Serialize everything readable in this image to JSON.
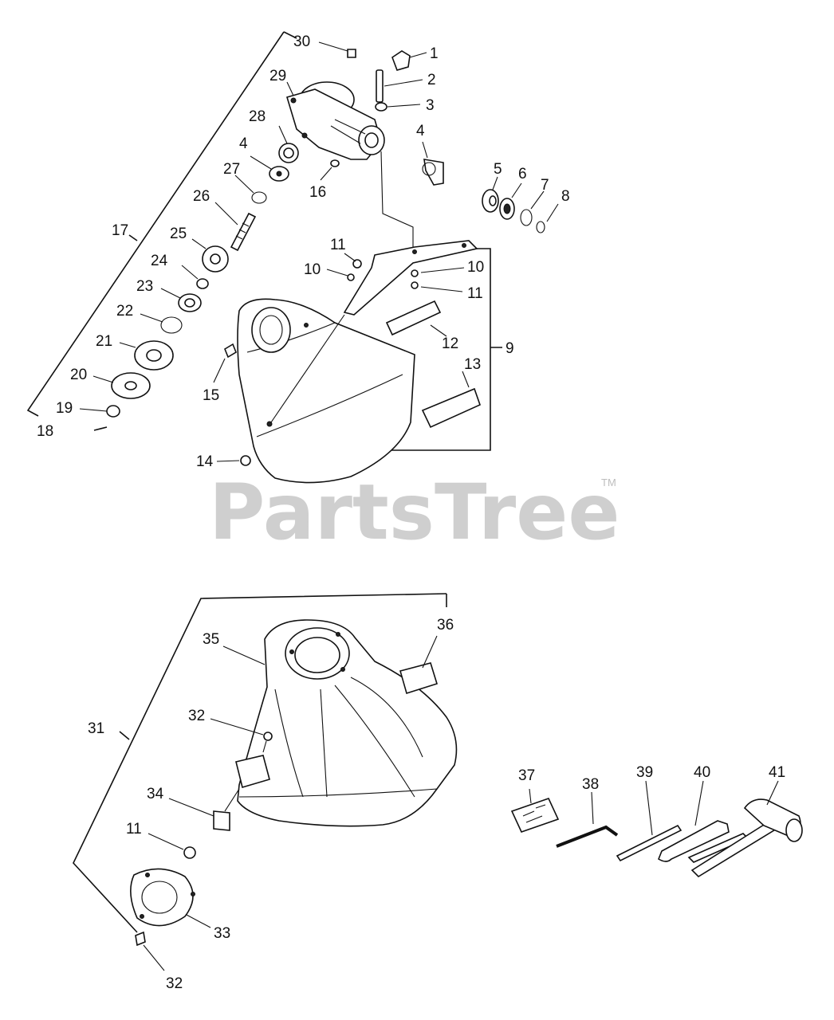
{
  "watermark": {
    "text": "PartsTree",
    "trademark": "TM"
  },
  "callouts": [
    "30",
    "1",
    "2",
    "3",
    "29",
    "28",
    "4",
    "27",
    "16",
    "4",
    "5",
    "6",
    "7",
    "8",
    "26",
    "17",
    "25",
    "11",
    "10",
    "10",
    "11",
    "24",
    "23",
    "22",
    "12",
    "9",
    "21",
    "15",
    "13",
    "20",
    "19",
    "18",
    "14",
    "36",
    "35",
    "32",
    "31",
    "34",
    "11",
    "33",
    "32",
    "37",
    "38",
    "39",
    "40",
    "41"
  ]
}
